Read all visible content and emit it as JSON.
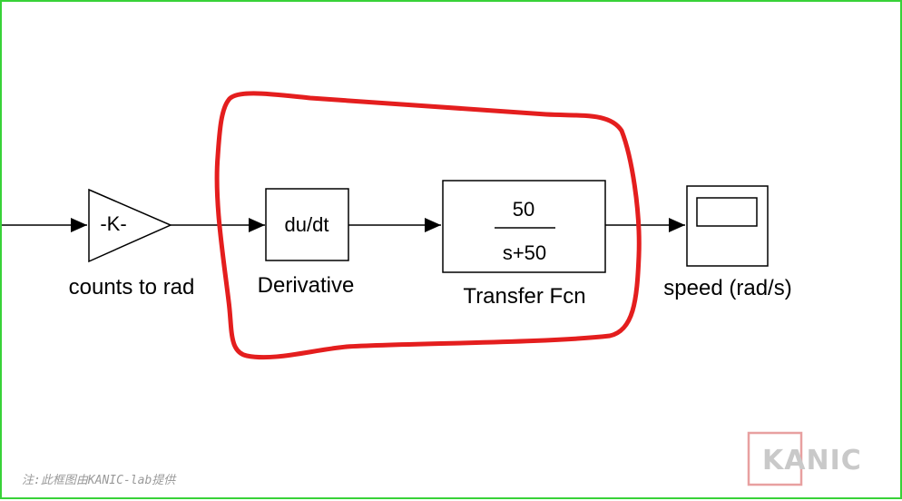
{
  "blocks": {
    "gain": {
      "text": "-K-",
      "label": "counts to rad"
    },
    "derivative": {
      "text": "du/dt",
      "label": "Derivative"
    },
    "transfer_fcn": {
      "numerator": "50",
      "denominator": "s+50",
      "label": "Transfer Fcn"
    },
    "scope": {
      "label": "speed (rad/s)"
    }
  },
  "annotation": {
    "highlight_color": "#e41e1e",
    "note": "注:此框图由KANIC-lab提供"
  },
  "watermark": {
    "text": "KANIC",
    "color": "#e8a0a0"
  },
  "frame_color": "#38d238"
}
